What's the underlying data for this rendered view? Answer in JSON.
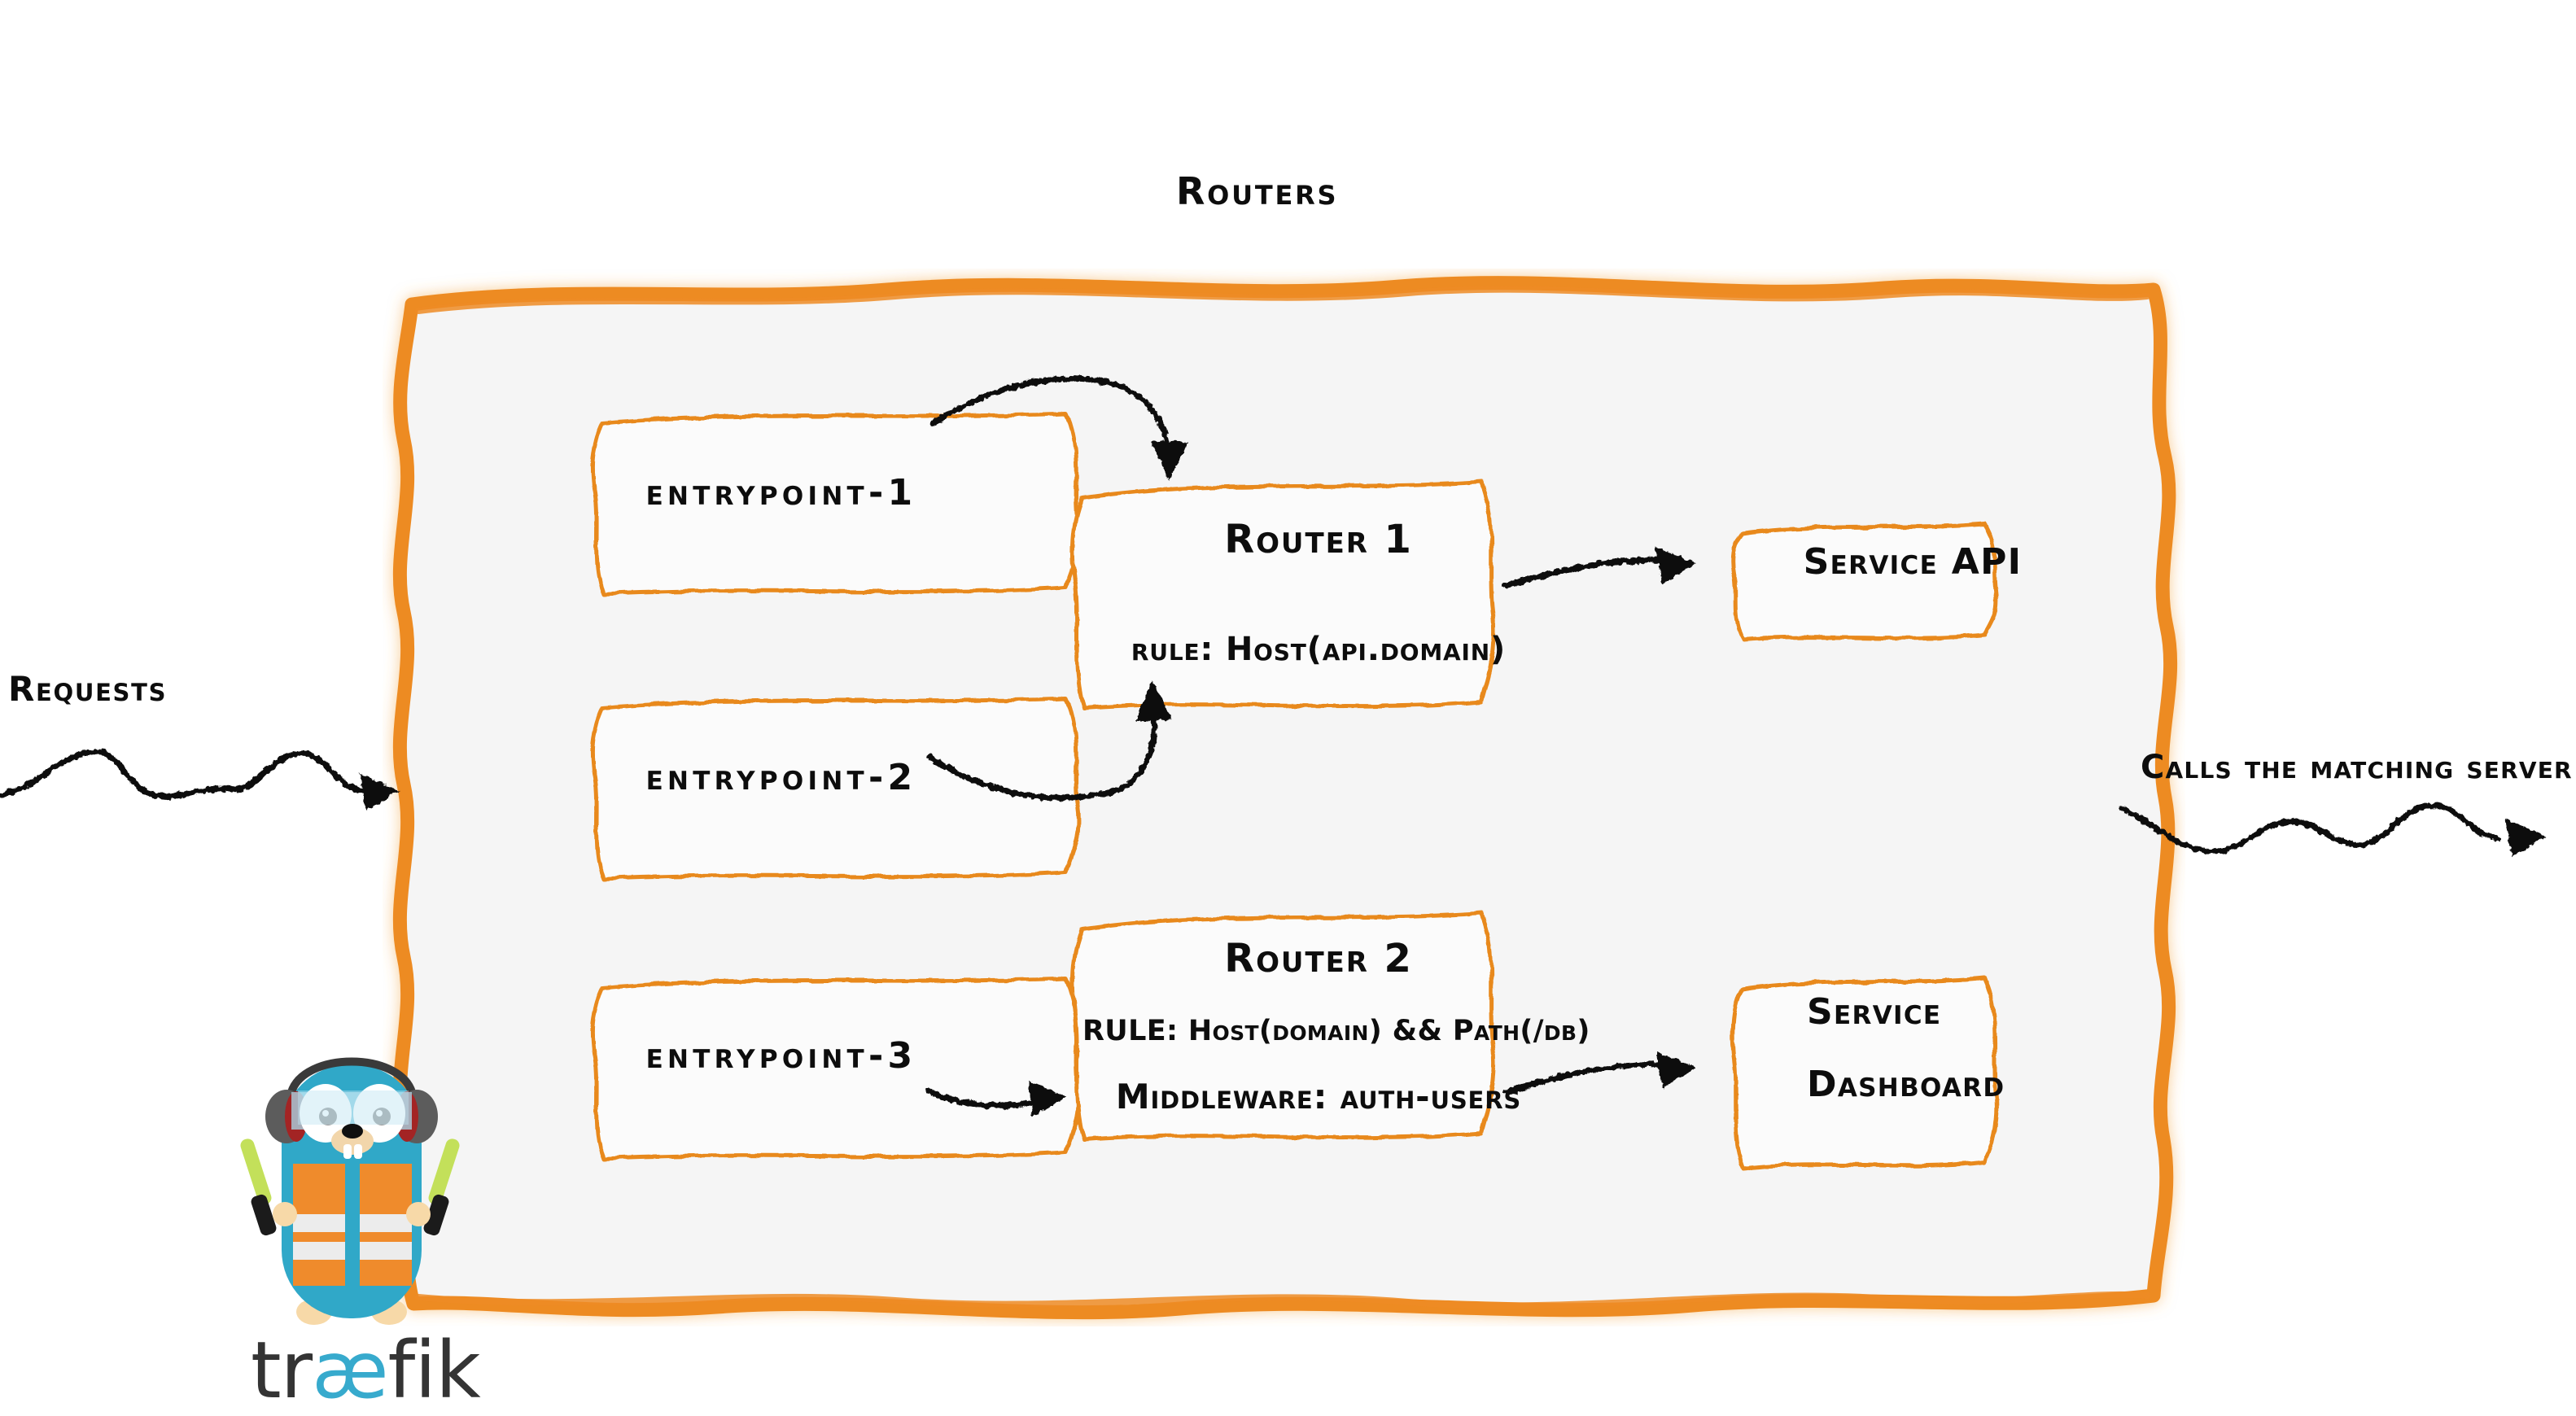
{
  "diagram": {
    "title": "Routers",
    "background_color": "#ffffff",
    "accent_color": "#ed8b24",
    "container_fill": "#f5f5f5",
    "ink_color": "#0d0d0d"
  },
  "annotations": {
    "left_label": "Requests",
    "right_label": "Calls the matching server"
  },
  "entrypoints": [
    {
      "label": "entrypoint-1"
    },
    {
      "label": "entrypoint-2"
    },
    {
      "label": "entrypoint-3"
    }
  ],
  "routers": [
    {
      "title": "Router 1",
      "rule": "rule: Host(api.domain)",
      "middleware": ""
    },
    {
      "title": "Router 2",
      "rule": "RULE: Host(domain) && Path(/db)",
      "middleware": "Middleware: auth-users"
    }
  ],
  "services": [
    {
      "label": "Service API"
    },
    {
      "label_line1": "Service",
      "label_line2": "Dashboard"
    }
  ],
  "logo": {
    "wordmark_prefix": "tr",
    "wordmark_ligature": "æ",
    "wordmark_suffix": "fik",
    "body_color": "#30a8c8",
    "vest_color": "#ef8b2c",
    "wand_color": "#c3e05a",
    "wordmark_color": "#343434",
    "ligature_color": "#37aacd"
  }
}
